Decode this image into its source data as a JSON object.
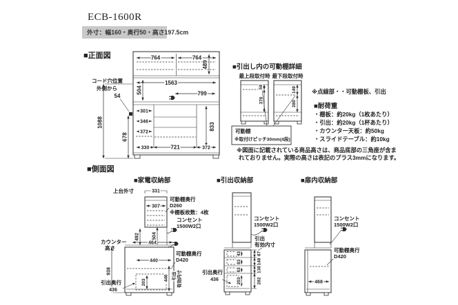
{
  "header": {
    "title": "ECB-1600R",
    "subtitle": "外寸：幅160・奥行50・高さ197.5cm"
  },
  "front": {
    "label": "■正面図",
    "cord_hole_line1": "コード穴位置",
    "cord_hole_line2": "外側から",
    "cord_hole_value": "54",
    "top_w_left": "764",
    "top_w_right": "764",
    "top_inner_h": "489",
    "counter_inner_w": "1563",
    "counter_inner_h": "504",
    "outlet_offset": "799",
    "left_d1": "301",
    "left_d2": "346",
    "left_d3": "372",
    "right_inner_h": "833",
    "bottom_w1": "330",
    "bottom_w2": "721",
    "bottom_w3": "372",
    "total_left_h": "1088",
    "cord_hole_h": "678"
  },
  "shelf_detail": {
    "label": "■引出し内の可動棚詳細",
    "top_mount_label": "最上段取付時",
    "bottom_mount_label": "最下段取付時",
    "top_upper": "59",
    "top_lower": "370",
    "bottom_upper": "149",
    "bottom_lower": "280",
    "callout_line1": "可動棚",
    "callout_line2": "※取付けピッチ30mm(4段)"
  },
  "notes": {
    "dotted": "※点線部・・可動棚板、引出",
    "load_title": "■耐荷重",
    "load_items": [
      "・棚板：約20kg（1枚あたり）",
      "・引出：約20kg（1杯あたり）",
      "・カウンター天板：約50kg",
      "・スライドテーブル：約10kg"
    ],
    "height_note1": "※図面に記載されている商品高さは、商品底部の三角座が含ま",
    "height_note2": "れておりません。実際の高さは表記のプラス3mmになります。"
  },
  "side": {
    "label": "■側面図",
    "appliance": {
      "label": "■家電収納部",
      "top_outer_label": "上台外寸",
      "top_outer": "331",
      "upper_inner_d": "307",
      "shelf_depth_label": "可動棚奥行",
      "shelf_depth": "D260",
      "shelf_count": "※棚板枚数：4枚",
      "outlet_label": "コンセント",
      "outlet_spec": "1500W2口",
      "space_h1": "492",
      "space_h2": "504",
      "counter_label1": "カウンター",
      "counter_label2": "高さ",
      "counter_h": "938",
      "counter_d": "464",
      "lower_inner_d": "440",
      "lower_shelf_depth_label": "可動棚奥行",
      "lower_shelf_depth": "D420",
      "drawer_h": "203",
      "drawer_d": "446",
      "drawer_d_label1": "引出",
      "drawer_d_label2": "有効内寸",
      "drawer_depth_label": "引出奥行",
      "drawer_depth": "436"
    },
    "drawers": {
      "label": "■引出収納部",
      "outlet_label": "コンセント",
      "outlet_spec": "1500W2口",
      "inner_label1": "引出",
      "inner_label2": "有効内寸",
      "inner_heights": [
        "43",
        "83",
        "83",
        "203"
      ],
      "front_heights": [
        "87",
        "148",
        "138",
        "282"
      ],
      "drawer_depth_label": "引出奥行",
      "drawer_depth": "436"
    },
    "door": {
      "label": "■扉内収納部",
      "outlet_label": "コンセント",
      "outlet_spec": "1500W2口",
      "shelf_depth_label": "可動棚奥行",
      "shelf_depth": "D420",
      "inner_d": "468"
    }
  }
}
